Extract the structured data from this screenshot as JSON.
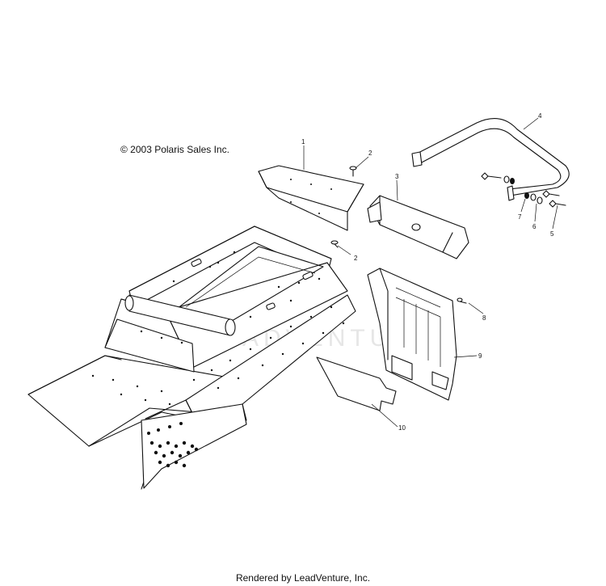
{
  "diagram": {
    "copyright": "© 2003 Polaris Sales Inc.",
    "footer": "Rendered by LeadVenture, Inc.",
    "watermark": "ADVENTURE",
    "callouts": [
      {
        "id": "1",
        "part": "rear-cover"
      },
      {
        "id": "2",
        "part": "rivet-top"
      },
      {
        "id": "3",
        "part": "rear-bracket"
      },
      {
        "id": "4",
        "part": "rear-bumper"
      },
      {
        "id": "5",
        "part": "bolt"
      },
      {
        "id": "6",
        "part": "washer"
      },
      {
        "id": "7",
        "part": "nut"
      },
      {
        "id": "2",
        "part": "rivet-lower"
      },
      {
        "id": "8",
        "part": "pin"
      },
      {
        "id": "9",
        "part": "snow-flap"
      },
      {
        "id": "10",
        "part": "plate"
      }
    ]
  }
}
